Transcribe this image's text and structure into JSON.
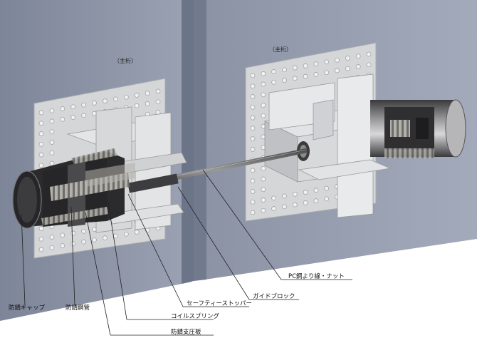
{
  "girder_labels": {
    "left": "（主桁）",
    "right": "（主桁）"
  },
  "callouts": {
    "pc_strand_nut": "PC鋼より線・ナット",
    "guide_block": "ガイドブロック",
    "safety_stopper": "セーフティーストッパー",
    "coil_spring": "コイルスプリング",
    "anticorrosion_cap": "防錆キャップ",
    "anticorrosion_tube": "防錆鋼管",
    "anticorrosion_plate": "防錆支圧板"
  },
  "colors": {
    "wall_face": "#8e96a8",
    "wall_shadow": "#6f788c",
    "plate": "#d2d4d6",
    "bolt": "#eeeeee",
    "steel_dark": "#2a2a2c",
    "spring": "#8a8a86"
  }
}
